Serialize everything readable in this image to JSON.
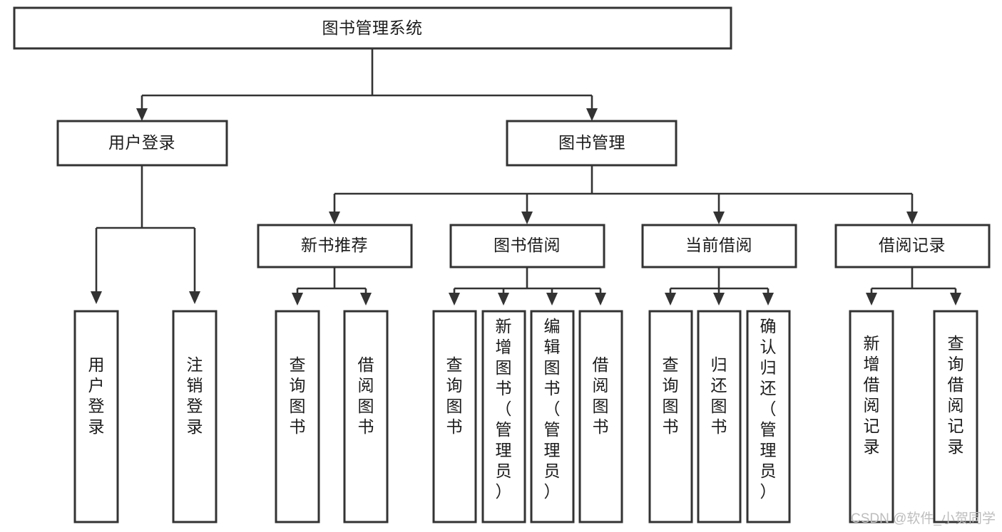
{
  "diagram": {
    "type": "tree-hierarchy-chart",
    "title_text": "图书管理系统",
    "levels": {
      "root": {
        "label": "图书管理系统"
      },
      "level2": [
        {
          "id": "user-login",
          "label": "用户登录"
        },
        {
          "id": "book-management",
          "label": "图书管理"
        }
      ],
      "level3": [
        {
          "id": "new-book-recommend",
          "label": "新书推荐",
          "parent": "book-management"
        },
        {
          "id": "book-borrow",
          "label": "图书借阅",
          "parent": "book-management"
        },
        {
          "id": "current-borrow",
          "label": "当前借阅",
          "parent": "book-management"
        },
        {
          "id": "borrow-record",
          "label": "借阅记录",
          "parent": "book-management"
        }
      ],
      "leaves": [
        {
          "id": "leaf-user-login",
          "label": "用户登录",
          "parent": "user-login"
        },
        {
          "id": "leaf-logout-login",
          "label": "注销登录",
          "parent": "user-login"
        },
        {
          "id": "leaf-query-book-1",
          "label": "查询图书",
          "parent": "new-book-recommend"
        },
        {
          "id": "leaf-borrow-book-1",
          "label": "借阅图书",
          "parent": "new-book-recommend"
        },
        {
          "id": "leaf-query-book-2",
          "label": "查询图书",
          "parent": "book-borrow"
        },
        {
          "id": "leaf-add-book",
          "label": "新增图书（管理员）",
          "parent": "book-borrow"
        },
        {
          "id": "leaf-edit-book",
          "label": "编辑图书（管理员）",
          "parent": "book-borrow"
        },
        {
          "id": "leaf-borrow-book-2",
          "label": "借阅图书",
          "parent": "book-borrow"
        },
        {
          "id": "leaf-query-book-3",
          "label": "查询图书",
          "parent": "current-borrow"
        },
        {
          "id": "leaf-return-book",
          "label": "归还图书",
          "parent": "current-borrow"
        },
        {
          "id": "leaf-confirm-return",
          "label": "确认归还（管理员）",
          "parent": "current-borrow"
        },
        {
          "id": "leaf-add-record",
          "label": "新增借阅记录",
          "parent": "borrow-record"
        },
        {
          "id": "leaf-query-record",
          "label": "查询借阅记录",
          "parent": "borrow-record"
        }
      ]
    },
    "colors": {
      "box_stroke": "#333333",
      "box_fill": "#ffffff",
      "text": "#1b1b1b",
      "background": "#ffffff",
      "watermark": "#bdbdbd"
    }
  },
  "watermark": {
    "text": "CSDN @软件_小贺同学"
  }
}
